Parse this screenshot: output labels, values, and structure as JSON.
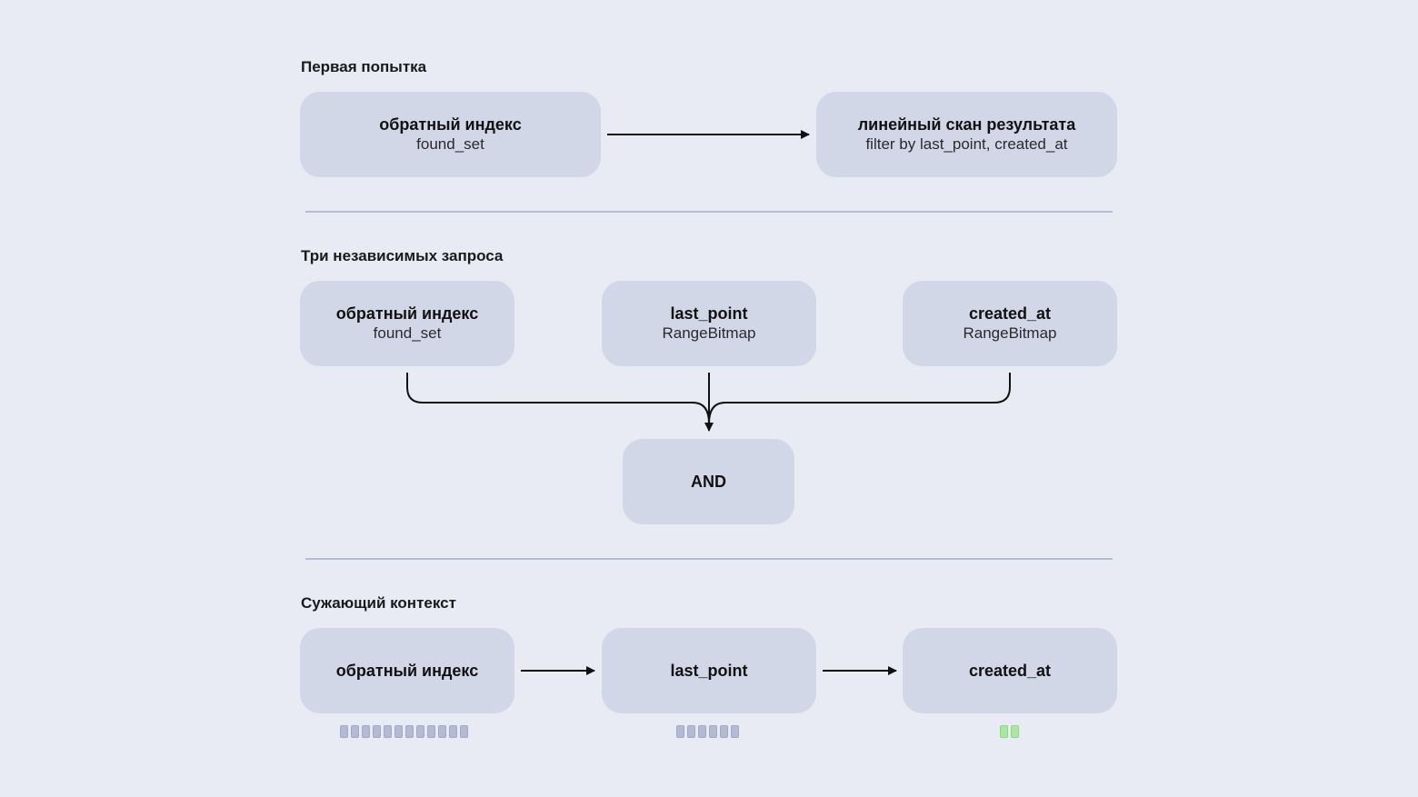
{
  "sections": {
    "first": {
      "title": "Первая попытка",
      "left_box": {
        "main": "обратный индекс",
        "sub": "found_set"
      },
      "right_box": {
        "main": "линейный скан результата",
        "sub": "filter by last_point, created_at"
      }
    },
    "second": {
      "title": "Три независимых запроса",
      "box1": {
        "main": "обратный индекс",
        "sub": "found_set"
      },
      "box2": {
        "main": "last_point",
        "sub": "RangeBitmap"
      },
      "box3": {
        "main": "created_at",
        "sub": "RangeBitmap"
      },
      "and_box": {
        "main": "AND"
      }
    },
    "third": {
      "title": "Сужающий контекст",
      "box1": {
        "main": "обратный индекс",
        "result_count": 12
      },
      "box2": {
        "main": "last_point",
        "result_count": 6
      },
      "box3": {
        "main": "created_at",
        "result_count": 2
      }
    }
  },
  "colors": {
    "background": "#e8ebf3",
    "box": "#d2d7e8",
    "divider": "#b6bdd6",
    "chip": "#b3bad2",
    "chip_final": "#a8e8a0"
  }
}
